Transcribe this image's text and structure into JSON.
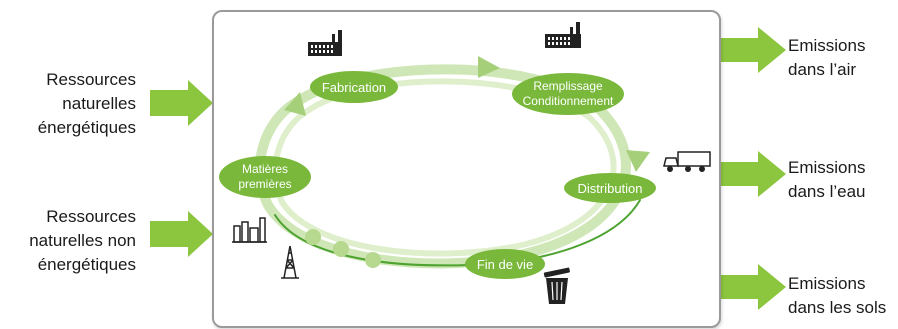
{
  "inputs": [
    {
      "lines": [
        "Ressources",
        "naturelles",
        "énergétiques"
      ]
    },
    {
      "lines": [
        "Ressources",
        "naturelles non",
        "énergétiques"
      ]
    }
  ],
  "outputs": [
    {
      "lines": [
        "Emissions",
        "dans l’air"
      ]
    },
    {
      "lines": [
        "Emissions",
        "dans l’eau"
      ]
    },
    {
      "lines": [
        "Emissions",
        "dans les sols"
      ]
    }
  ],
  "stages": {
    "fabrication": "Fabrication",
    "remplissage_1": "Remplissage",
    "remplissage_2": "Conditionnement",
    "distribution": "Distribution",
    "fin_de_vie": "Fin de vie",
    "matieres_1": "Matières",
    "matieres_2": "premières"
  },
  "colors": {
    "arrow_green": "#8cc63f",
    "node_green": "#79b83a",
    "cycle_light": "#b9da95"
  },
  "icons": [
    "factory-icon",
    "truck-icon",
    "refinery-icon",
    "oil-derrick-icon",
    "trash-bin-icon"
  ]
}
